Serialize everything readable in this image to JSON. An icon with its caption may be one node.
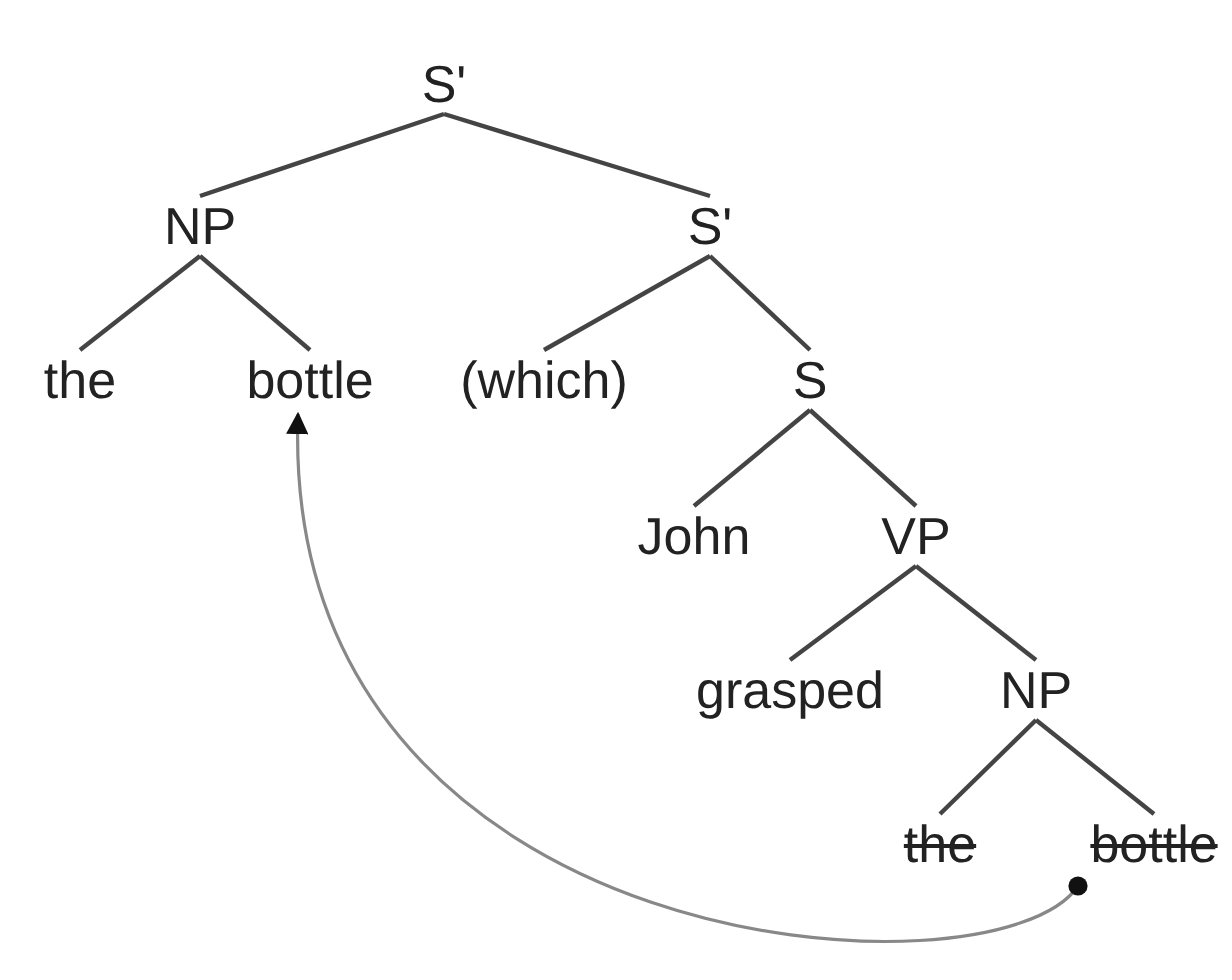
{
  "diagram": {
    "nodes": [
      {
        "text": [
          "S'"
        ]
      },
      {
        "text": [
          "NP"
        ]
      },
      {
        "text": [
          "S'"
        ]
      },
      {
        "text": [
          "the"
        ]
      },
      {
        "text": [
          "bottle"
        ]
      },
      {
        "text": [
          "(which)"
        ]
      },
      {
        "text": [
          "S"
        ]
      },
      {
        "text": [
          "John"
        ]
      },
      {
        "text": [
          "VP"
        ]
      },
      {
        "text": [
          "grasped"
        ]
      },
      {
        "text": [
          "NP"
        ]
      },
      {
        "text": [
          "the"
        ]
      },
      {
        "text": [
          "bottle"
        ]
      }
    ],
    "edges": [
      {
        "from": 0,
        "to": 1,
        "arrow": "none"
      },
      {
        "from": 0,
        "to": 2,
        "arrow": "none"
      },
      {
        "from": 1,
        "to": 3,
        "arrow": "none"
      },
      {
        "from": 1,
        "to": 4,
        "arrow": "none"
      },
      {
        "from": 2,
        "to": 5,
        "arrow": "none"
      },
      {
        "from": 2,
        "to": 6,
        "arrow": "none"
      },
      {
        "from": 6,
        "to": 7,
        "arrow": "none"
      },
      {
        "from": 6,
        "to": 8,
        "arrow": "none"
      },
      {
        "from": 8,
        "to": 9,
        "arrow": "none"
      },
      {
        "from": 8,
        "to": 10,
        "arrow": "none"
      },
      {
        "from": 10,
        "to": 11,
        "arrow": "none"
      },
      {
        "from": 10,
        "to": 12,
        "arrow": "none"
      },
      {
        "from": 12,
        "to": 4,
        "arrow": "to",
        "color": "#888888"
      }
    ]
  }
}
